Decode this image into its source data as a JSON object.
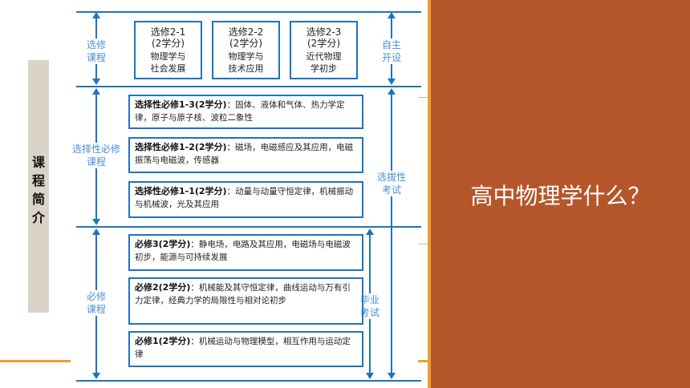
{
  "side_label": "课程简介",
  "headline": "高中物理学什么？",
  "colors": {
    "accent_blue": "#1e73be",
    "panel_brown": "#b5562a",
    "panel_border": "#e8a030",
    "side_label_bg": "#d9d3c8"
  },
  "left_labels": {
    "elective": "选修\n课程",
    "selective": "选择性必修\n课程",
    "required": "必修\n课程"
  },
  "right_labels": {
    "self": "自主\n开设",
    "selection_exam": "选拔性\n考试",
    "graduation_exam": "毕业\n考试"
  },
  "electives": [
    {
      "title": "选修2-1",
      "credits": "(2学分)",
      "desc": "物理学与\n社会发展"
    },
    {
      "title": "选修2-2",
      "credits": "(2学分)",
      "desc": "物理学与\n技术应用"
    },
    {
      "title": "选修2-3",
      "credits": "(2学分)",
      "desc": "近代物理\n学初步"
    }
  ],
  "selective_courses": [
    {
      "title": "选择性必修1-3(2学分)",
      "desc": "：固体、液体和气体、热力学定律，原子与原子核、波粒二象性"
    },
    {
      "title": "选择性必修1-2(2学分)",
      "desc": "：磁场，电磁感应及其应用，电磁振荡与电磁波，传感器"
    },
    {
      "title": "选择性必修1-1(2学分)",
      "desc": "：动量与动量守恒定律，机械振动与机械波，光及其应用"
    }
  ],
  "required_courses": [
    {
      "title": "必修3(2学分)",
      "desc": "：静电场，电路及其应用，电磁场与电磁波初步，能源与可持续发展"
    },
    {
      "title": "必修2(2学分)",
      "desc": "：机械能及其守恒定律，曲线运动与万有引力定律，经典力学的局限性与相对论初步"
    },
    {
      "title": "必修1(2学分)",
      "desc": "：机械运动与物理模型，相互作用与运动定律"
    }
  ]
}
